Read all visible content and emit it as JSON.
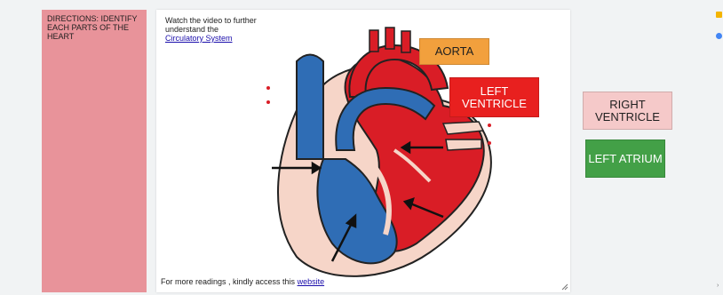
{
  "directions": {
    "text": "DIRECTIONS: IDENTIFY EACH PARTS OF THE HEART"
  },
  "slide": {
    "intro_text": "Watch the video to further understand the",
    "intro_link": "Circulatory System",
    "footer_text": "For more readings , kindly access this",
    "footer_link": "website"
  },
  "labels": {
    "aorta": "AORTA",
    "left_ventricle": "LEFT VENTRICLE",
    "right_ventricle": "RIGHT VENTRICLE",
    "left_atrium": "LEFT ATRIUM"
  },
  "colors": {
    "directions_bg": "#e8939a",
    "aorta_bg": "#f2a03d",
    "left_ventricle_bg": "#e8201f",
    "right_ventricle_bg": "#f5c9c9",
    "left_atrium_bg": "#43a047",
    "heart_red": "#d91d26",
    "heart_blue": "#2f6db5",
    "heart_pink": "#f6d5c8"
  },
  "icons": [
    "heart-diagram-icon",
    "resize-handle-icon",
    "side-panel-icon",
    "side-panel-dot-icon"
  ]
}
